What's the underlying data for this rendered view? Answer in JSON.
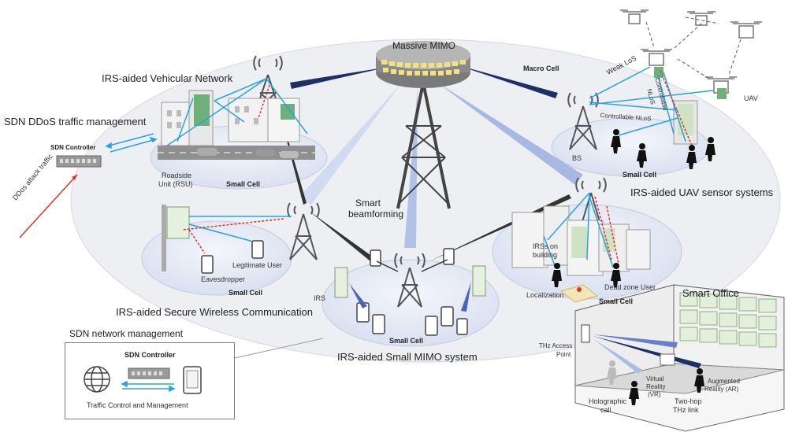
{
  "title_labels": {
    "vehicular": "IRS-aided Vehicular Network",
    "sdn_ddos": "SDN DDoS traffic management",
    "secure": "IRS-aided Secure Wireless Communication",
    "small_mimo": "IRS-aided Small MIMO system",
    "uav_sensor": "IRS-aided UAV sensor systems",
    "smart_office": "Smart Office",
    "sdn_network": "SDN network management"
  },
  "labels": {
    "massive_mimo": "Massive MIMO",
    "macro_cell": "Macro Cell",
    "smart_beamforming_1": "Smart",
    "smart_beamforming_2": "beamforming",
    "sdn_controller_top": "SDN Controller",
    "ddos_attack": "DDos attack traffic",
    "rsu_1": "Roadside",
    "rsu_2": "Unit (RSU)",
    "small_cell_vehicular": "Small Cell",
    "eavesdropper": "Eavesdropper",
    "legitimate_user": "Legitimate User",
    "small_cell_secure": "Small Cell",
    "irs": "IRS",
    "small_cell_mimo": "Small Cell",
    "bs": "BS",
    "small_cell_uav": "Small Cell",
    "weak_los": "Weak LoS",
    "controllable_nlos_1": "Controllable",
    "controllable_nlos_2": "NLoS",
    "controllable_nlos_3": "Controllable NLoS",
    "uav": "UAV",
    "irs_on_building_1": "IRSs on",
    "irs_on_building_2": "building",
    "localization": "Localization",
    "dead_zone_user": "Dead zone User",
    "small_cell_building": "Small Cell",
    "thz_ap_1": "THz Access",
    "thz_ap_2": "Point",
    "vr_1": "Virtual",
    "vr_2": "Reality",
    "vr_3": "(VR)",
    "ar_1": "Augmented",
    "ar_2": "Reality (AR)",
    "holo_1": "Holographic",
    "holo_2": "call",
    "twohop_1": "Two-hop",
    "twohop_2": "THz link",
    "sdn_controller_bottom": "SDN Controller",
    "traffic_control": "Traffic Control and Management"
  },
  "colors": {
    "cell_fill": "#e3e8f4",
    "cell_stroke": "#c4cbdc",
    "macro_fill": "#eceef3",
    "link_blue": "#29a3dd",
    "beam_dark": "#1d2f63",
    "beam_light": "#a8bde3",
    "eaves_red": "#e0322a",
    "ddos_red": "#e0322a",
    "tower": "#555555"
  },
  "icons": [
    "tower-icon",
    "drone-icon",
    "building-icon",
    "car-icon",
    "person-icon",
    "phone-icon",
    "globe-icon",
    "switch-icon",
    "irs-panel-icon"
  ]
}
